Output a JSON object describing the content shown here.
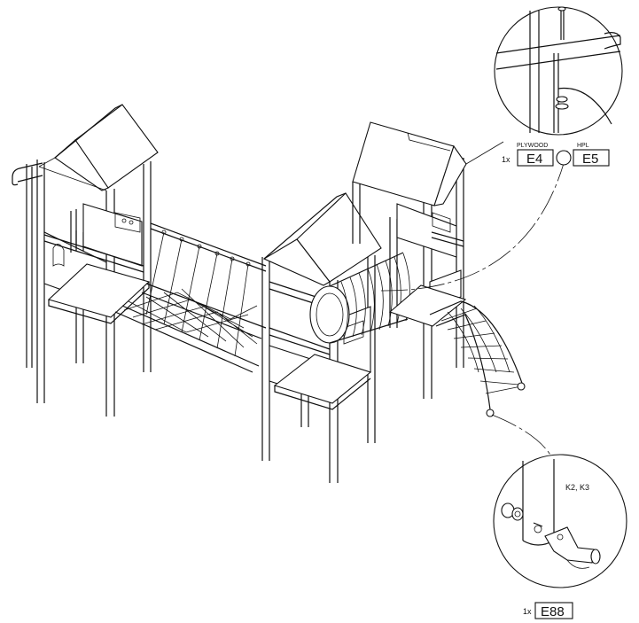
{
  "top_callout": {
    "quantity": "1x",
    "plywood_label": "PLYWOOD",
    "hpl_label": "HPL",
    "part_plywood": "E4",
    "part_hpl": "E5"
  },
  "bottom_callout": {
    "fitting_label": "K2, K3",
    "quantity": "1x",
    "part": "E88"
  }
}
